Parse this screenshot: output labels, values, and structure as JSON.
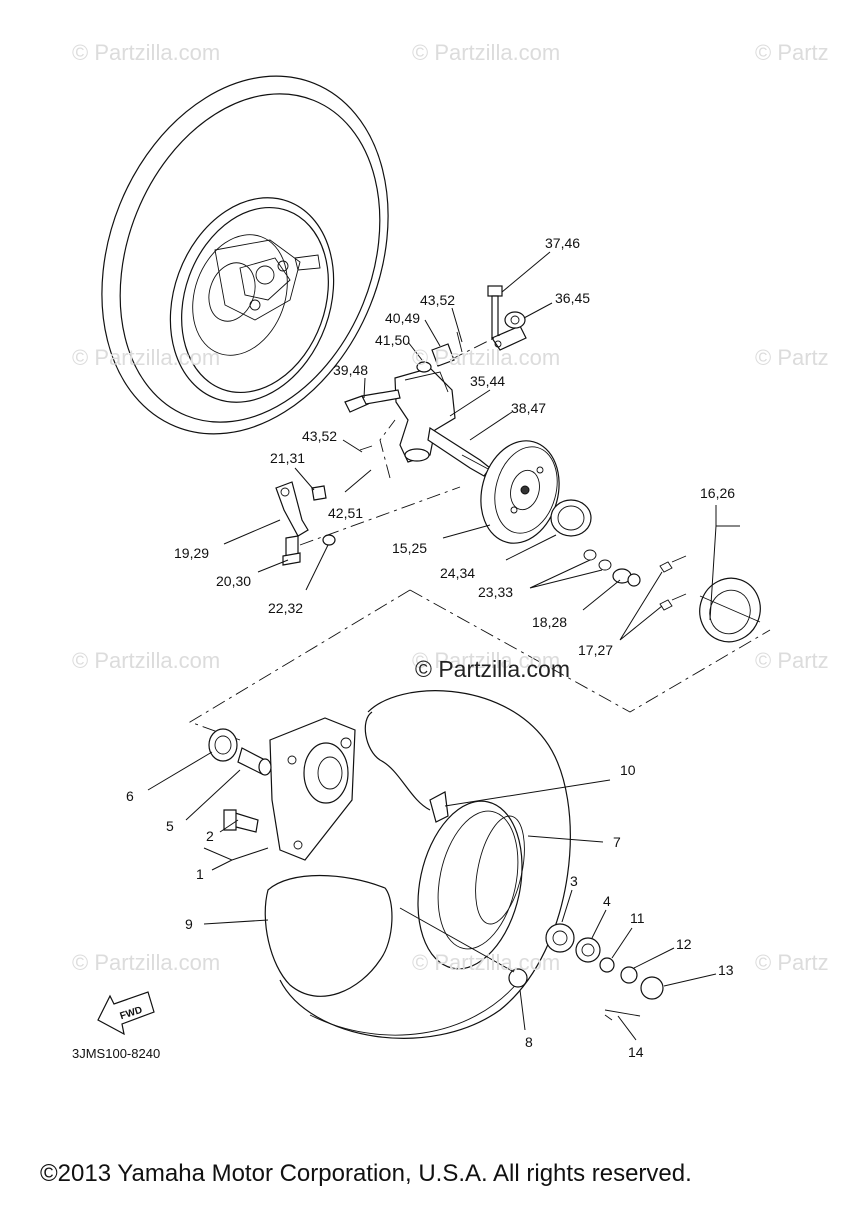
{
  "watermarks": [
    "© Partzilla.com",
    "© Partzilla.com",
    "© Partz",
    "© Partzilla.com",
    "© Partzilla.com",
    "© Partz",
    "© Partzilla.com",
    "© Partzilla.com",
    "© Partz",
    "© Partzilla.com",
    "© Partzilla.com",
    "© Partz"
  ],
  "center_watermark": "© Partzilla.com",
  "callouts": {
    "c_37_46": "37,46",
    "c_36_45": "36,45",
    "c_43_52a": "43,52",
    "c_40_49": "40,49",
    "c_41_50": "41,50",
    "c_39_48": "39,48",
    "c_35_44": "35,44",
    "c_38_47": "38,47",
    "c_43_52b": "43,52",
    "c_21_31": "21,31",
    "c_42_51": "42,51",
    "c_19_29": "19,29",
    "c_20_30": "20,30",
    "c_22_32": "22,32",
    "c_15_25": "15,25",
    "c_24_34": "24,34",
    "c_23_33": "23,33",
    "c_18_28": "18,28",
    "c_17_27": "17,27",
    "c_16_26": "16,26",
    "c_6": "6",
    "c_5": "5",
    "c_2": "2",
    "c_1": "1",
    "c_9": "9",
    "c_10": "10",
    "c_7": "7",
    "c_3": "3",
    "c_4": "4",
    "c_11": "11",
    "c_12": "12",
    "c_13": "13",
    "c_8": "8",
    "c_14": "14"
  },
  "fwd_label": "FWD",
  "diagram_code": "3JMS100-8240",
  "copyright": "©2013 Yamaha Motor Corporation, U.S.A. All rights reserved."
}
